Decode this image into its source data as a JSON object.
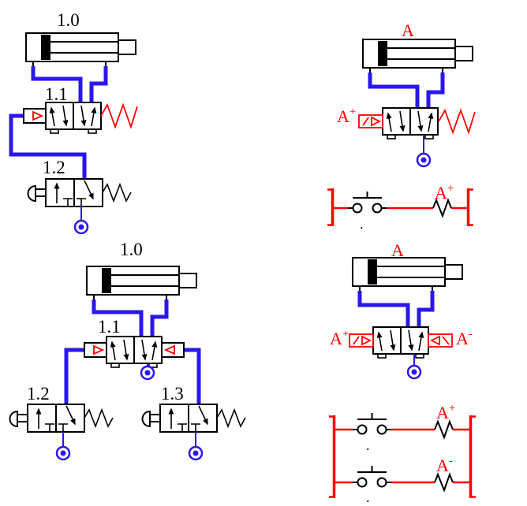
{
  "app_context": "pneumatic-circuit-diagrams",
  "colors": {
    "pipe_blue": "#2a17ee",
    "signal_red": "#ff0000",
    "component_black": "#000000",
    "background": "#ffffff"
  },
  "circuits": {
    "top_left": {
      "cylinder_label": "1.0",
      "directional_valve_label": "1.1",
      "pushbutton_valve_label": "1.2"
    },
    "top_right": {
      "cylinder_label": "A",
      "solenoid_label": {
        "base": "A",
        "sup": "+"
      },
      "ladder": {
        "coil_label": {
          "base": "A",
          "sup": "+"
        },
        "pushbutton_label": "."
      }
    },
    "bottom_left": {
      "cylinder_label": "1.0",
      "directional_valve_label": "1.1",
      "pushbutton_valve_left_label": "1.2",
      "pushbutton_valve_right_label": "1.3"
    },
    "bottom_right": {
      "cylinder_label": "A",
      "solenoid_plus_label": {
        "base": "A",
        "sup": "+"
      },
      "solenoid_minus_label": {
        "base": "A",
        "sup": "-"
      },
      "ladder": {
        "rung1_coil_label": {
          "base": "A",
          "sup": "+"
        },
        "rung2_coil_label": {
          "base": "A",
          "sup": "-"
        },
        "rung1_pushbutton_label": ".",
        "rung2_pushbutton_label": "."
      }
    }
  }
}
